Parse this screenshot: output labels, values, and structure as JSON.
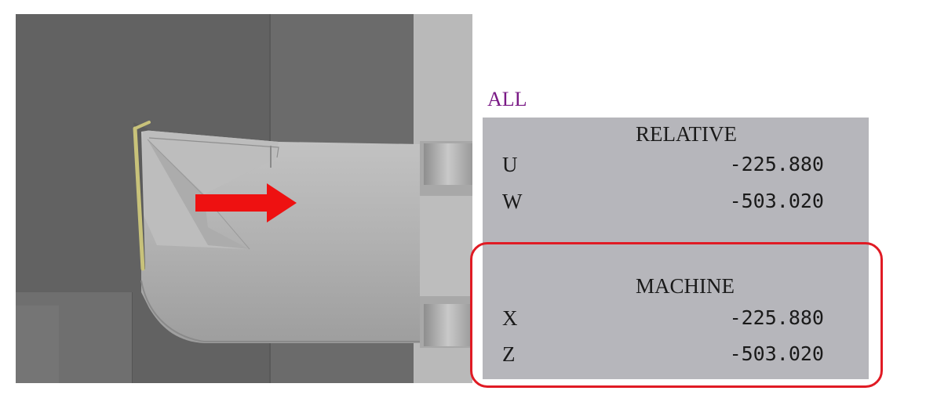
{
  "display": {
    "mode_label": "ALL",
    "relative": {
      "title": "RELATIVE",
      "axes": [
        {
          "name": "U",
          "value": "-225.880"
        },
        {
          "name": "W",
          "value": "-503.020"
        }
      ]
    },
    "machine": {
      "title": "MACHINE",
      "axes": [
        {
          "name": "X",
          "value": "-225.880"
        },
        {
          "name": "Z",
          "value": "-503.020"
        }
      ]
    }
  },
  "colors": {
    "mode_label": "#7a1a86",
    "panel_background": "#b6b6bb",
    "highlight": "#e01b24",
    "arrow": "#ee1111",
    "tool_edge": "#c8c27a"
  },
  "icons": {
    "direction_arrow": "arrow-right-icon"
  }
}
